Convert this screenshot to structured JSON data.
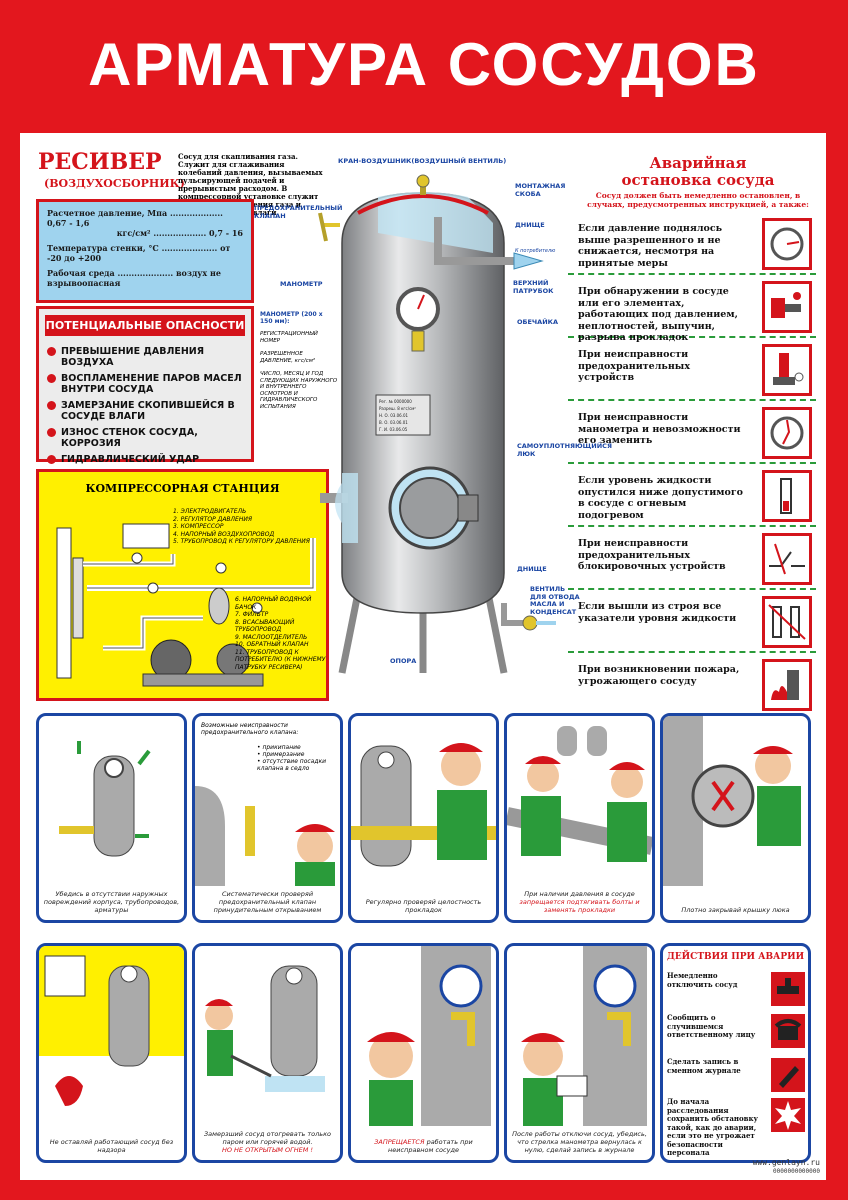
{
  "title": "АРМАТУРА СОСУДОВ",
  "receiver": {
    "heading": "РЕСИВЕР",
    "subheading": "(ВОЗДУХОСБОРНИК)",
    "description": "Сосуд для скапливания газа. Служит для сглаживания колебаний давления, вызываемых пульсирующей подачей и прерывистым расходом. В компрессорной установке служит также для охлаждения газа и отделения масла, влаги",
    "specs": [
      {
        "label": "Расчетное давление, Мпа ...................",
        "value": "0,67 - 1,6"
      },
      {
        "label": "кгс/см² ...................",
        "value": "0,7 - 16"
      },
      {
        "label": "Температура стенки, °С ....................",
        "value": "от -20 до +200"
      },
      {
        "label": "Рабочая среда ....................",
        "value": "воздух не взрывоопасная"
      }
    ]
  },
  "hazards": {
    "heading": "ПОТЕНЦИАЛЬНЫЕ ОПАСНОСТИ",
    "items": [
      "ПРЕВЫШЕНИЕ ДАВЛЕНИЯ ВОЗДУХА",
      "ВОСПЛАМЕНЕНИЕ ПАРОВ МАСЕЛ ВНУТРИ СОСУДА",
      "ЗАМЕРЗАНИЕ СКОПИВШЕЙСЯ В СОСУДЕ ВЛАГИ",
      "ИЗНОС СТЕНОК СОСУДА, КОРРОЗИЯ",
      "ГИДРАВЛИЧЕСКИЙ УДАР"
    ]
  },
  "compressor": {
    "heading": "КОМПРЕССОРНАЯ СТАНЦИЯ",
    "list_a": [
      "1. ЭЛЕКТРОДВИГАТЕЛЬ",
      "2. РЕГУЛЯТОР ДАВЛЕНИЯ",
      "3. КОМПРЕССОР",
      "4. НАПОРНЫЙ ВОЗДУХОПРОВОД",
      "5. ТРУБОПРОВОД К РЕГУЛЯТОРУ ДАВЛЕНИЯ"
    ],
    "list_b": [
      "6. НАПОРНЫЙ ВОДЯНОЙ БАЧОК",
      "7. ФИЛЬТР",
      "8. ВСАСЫВАЮЩИЙ ТРУБОПРОВОД",
      "9. МАСЛООТДЕЛИТЕЛЬ",
      "10. ОБРАТНЫЙ КЛАПАН",
      "11. ТРУБОПРОВОД К ПОТРЕБИТЕЛЮ (К НИЖНЕМУ ПАТРУБКУ РЕСИВЕРА)"
    ]
  },
  "diagram_labels": {
    "valve": "КРАН-ВОЗДУШНИК(ВОЗДУШНЫЙ ВЕНТИЛЬ)",
    "bracket": "МОНТАЖНАЯ СКОБА",
    "top_head": "ДНИЩЕ",
    "consumer": "К потребителю",
    "safety_valve": "ПРЕДОХРАНИТЕЛЬНЫЙ КЛАПАН",
    "manometer": "МАНОМЕТР",
    "upper_pipe": "ВЕРХНИЙ ПАТРУБОК",
    "manometer_range": "МАНОМЕТР (200 x 150 мм):",
    "reg_number": "РЕГИСТРАЦИОННЫЙ НОМЕР",
    "allowed_pressure": "РАЗРЕШЕННОЕ ДАВЛЕНИЕ, кгс/см²",
    "inspection": "ЧИСЛО, МЕСЯЦ И ГОД СЛЕДУЮЩИХ НАРУЖНОГО И ВНУТРЕННЕГО ОСМОТРОВ И ГИДРАВЛИЧЕСКОГО ИСПЫТАНИЯ",
    "shell": "ОБЕЧАЙКА",
    "hatch": "САМОУПЛОТНЯЮЩИЙСЯ ЛЮК",
    "bottom_head": "ДНИЩЕ",
    "drain_valve": "ВЕНТИЛЬ ДЛЯ ОТВОДА МАСЛА И КОНДЕНСАТ",
    "support": "ОПОРА",
    "plate_lines": [
      "Рег. № 0000000",
      "Разреш. 8 кгс/см²",
      "Н. О. 03.06.01",
      "В. О. 03.06.01",
      "Г. И. 03.06.05"
    ]
  },
  "emergency": {
    "heading_line1": "Аварийная",
    "heading_line2": "остановка сосуда",
    "subheading": "Сосуд должен быть немедленно остановлен, в случаях, предусмотренных инструкцией, а также:",
    "rows": [
      {
        "text": "Если давление поднялось выше разрешенного и не снижается, несмотря на принятые меры",
        "icon": "gauge-high-icon"
      },
      {
        "text": "При обнаружении в сосуде или его элементах, работающих под давлением, неплотностей, выпучин, разрыва прокладок",
        "icon": "leak-icon"
      },
      {
        "text": "При неисправности предохранительных устройств",
        "icon": "safety-valve-icon"
      },
      {
        "text": "При неисправности манометра и невозможности его заменить",
        "icon": "broken-gauge-icon"
      },
      {
        "text": "Если уровень жидкости опустился ниже допустимого в сосуде с огневым подогревом",
        "icon": "level-icon"
      },
      {
        "text": "При неисправности предохранительных блокировочных устройств",
        "icon": "interlock-icon"
      },
      {
        "text": "Если вышли из строя все указатели уровня жидкости",
        "icon": "level-indicators-icon"
      },
      {
        "text": "При возникновении пожара, угрожающего сосуду",
        "icon": "fire-icon"
      }
    ]
  },
  "panels_row1": [
    {
      "caption": "Убедись в отсутствии наружных повреждений корпуса, трубопроводов, арматуры"
    },
    {
      "caption": "Систематически проверяй предохранительный клапан принудительным открыванием",
      "title": "Возможные неисправности предохранительного клапана:",
      "items": [
        "прикипание",
        "примерзание",
        "отсутствие посадки клапана в седло"
      ]
    },
    {
      "caption": "Регулярно проверяй целостность прокладок"
    },
    {
      "caption": "При наличии давления в сосуде",
      "caption_red": "запрещается подтягивать болты и заменять прокладки"
    },
    {
      "caption": "Плотно закрывай крышку люка"
    }
  ],
  "panels_row2": [
    {
      "caption": "Не оставляй работающий сосуд без надзора"
    },
    {
      "caption": "Замерзший сосуд отогревать только паром или горячей водой.",
      "caption_red": "НО НЕ ОТКРЫТЫМ ОГНЕМ !"
    },
    {
      "caption_red": "ЗАПРЕЩАЕТСЯ",
      "caption": "работать при неисправном сосуде"
    },
    {
      "caption": "После работы отключи сосуд, убедись, что стрелка манометра вернулась к нулю, сделай запись в журнале"
    }
  ],
  "accident": {
    "heading": "ДЕЙСТВИЯ ПРИ АВАРИИ",
    "rows": [
      {
        "text": "Немедленно отключить сосуд",
        "icon": "valve-off-icon"
      },
      {
        "text": "Сообщить о случившемся ответственному лицу",
        "icon": "phone-icon"
      },
      {
        "text": "Сделать запись в сменном журнале",
        "icon": "pen-icon"
      },
      {
        "text": "До начала расследования сохранить обстановку такой, как до аварии, если это не угрожает безопасности персонала",
        "icon": "blast-icon"
      }
    ]
  },
  "footer": {
    "site": "www.genlayn.ru",
    "code": "0000000000000"
  },
  "colors": {
    "red": "#e3171e",
    "blue": "#1b46a3",
    "yellow": "#fff000",
    "green": "#2a9b3a"
  }
}
